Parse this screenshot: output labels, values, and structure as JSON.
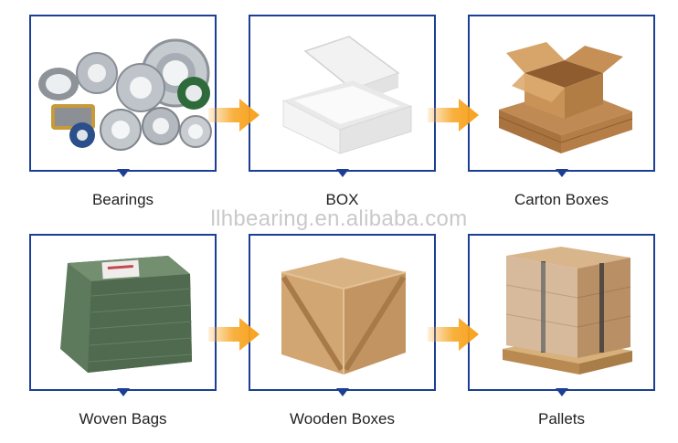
{
  "watermark": "llhbearing.en.alibaba.com",
  "steps": [
    {
      "label": "Bearings",
      "icon": "bearings-photo-icon"
    },
    {
      "label": "BOX",
      "icon": "white-box-photo-icon"
    },
    {
      "label": "Carton Boxes",
      "icon": "carton-boxes-photo-icon"
    },
    {
      "label": "Woven Bags",
      "icon": "woven-bag-photo-icon"
    },
    {
      "label": "Wooden Boxes",
      "icon": "wooden-crate-photo-icon"
    },
    {
      "label": "Pallets",
      "icon": "pallet-photo-icon"
    }
  ],
  "colors": {
    "frame": "#1c3f94",
    "arrow": "#f7a21c",
    "watermark": "#c9c9c9"
  }
}
